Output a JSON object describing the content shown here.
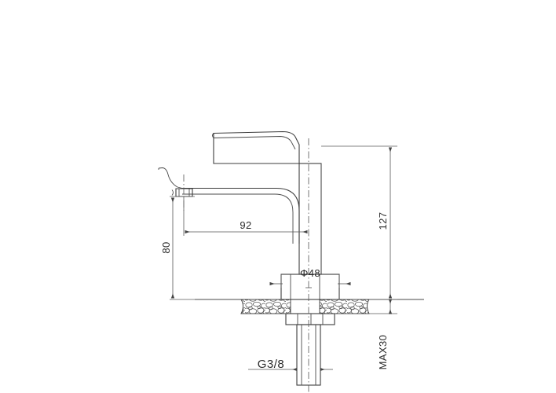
{
  "drawing": {
    "title": "Single-hole basin mixer faucet — dimensioned elevation",
    "background_color": "#ffffff",
    "line_color": "#3c3c3c",
    "dimension_color": "#555555",
    "text_color": "#2b2b2b",
    "units": "mm",
    "view": "front elevation / section"
  },
  "dimensions": {
    "spout_reach": {
      "label": "92",
      "orientation": "horizontal",
      "description": "spout outlet center to faucet body center"
    },
    "spout_height": {
      "label": "80",
      "orientation": "vertical",
      "description": "counter surface to spout outlet"
    },
    "overall_height": {
      "label": "127",
      "orientation": "vertical",
      "description": "counter surface to top of faucet body"
    },
    "max_counter_thickness": {
      "label": "MAX30",
      "orientation": "vertical",
      "description": "maximum mounting deck thickness"
    },
    "base_diameter": {
      "label": "Φ48",
      "orientation": "horizontal",
      "description": "base escutcheon diameter"
    },
    "thread_spec": {
      "label": "G3/8",
      "orientation": "horizontal",
      "description": "inlet shank thread size"
    }
  },
  "parts": {
    "lever_handle": "lever-handle",
    "body": "faucet-body-column",
    "spout": "curved-spout",
    "aerator": "spout-outlet-aerator",
    "base_flange": "base-escutcheon",
    "counter": "counter-deck-section",
    "mounting_nut": "mounting-nut",
    "inlet_shank": "threaded-inlet-shank",
    "basin_rim": "basin-rim-profile"
  }
}
